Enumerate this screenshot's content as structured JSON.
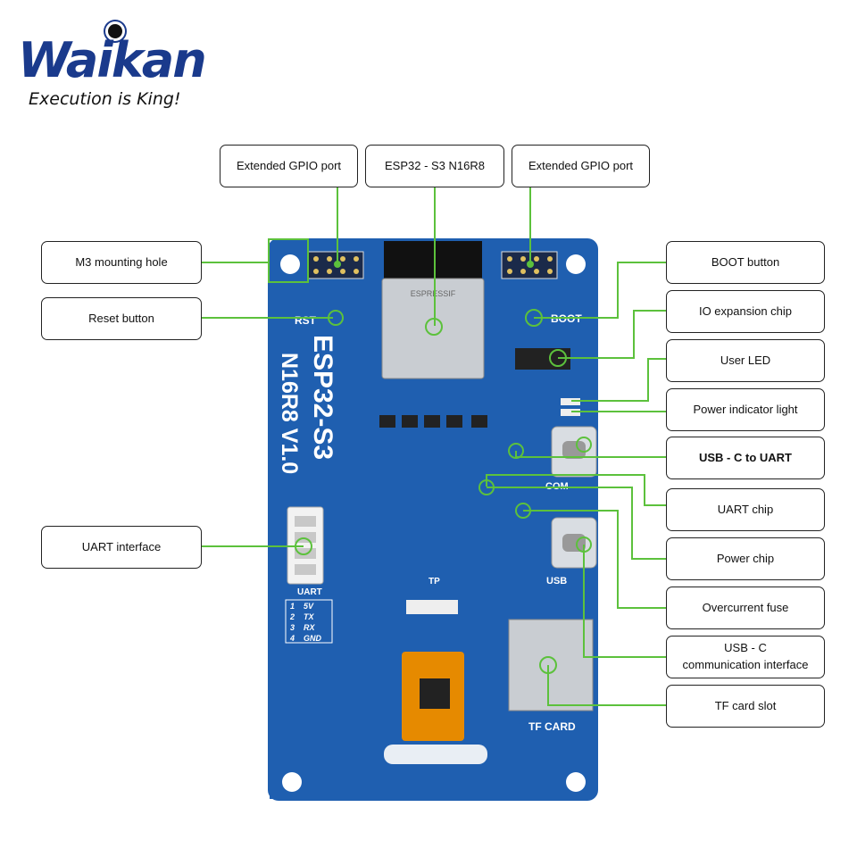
{
  "logo": {
    "brand": "Waikan",
    "tagline": "Execution is King!"
  },
  "board": {
    "model_line1": "ESP32-S3",
    "model_line2": "N16R8 V1.0",
    "module_brand": "ESPRESSIF",
    "labels": {
      "rst": "RST",
      "boot": "BOOT",
      "com": "COM",
      "usb": "USB",
      "uart": "UART",
      "tp": "TP",
      "tf_card": "TF CARD"
    },
    "uart_pins": [
      {
        "num": "1",
        "name": "5V"
      },
      {
        "num": "2",
        "name": "TX"
      },
      {
        "num": "3",
        "name": "RX"
      },
      {
        "num": "4",
        "name": "GND"
      }
    ]
  },
  "callouts": {
    "gpio_left": "Extended GPIO port",
    "esp32": "ESP32 - S3 N16R8",
    "gpio_right": "Extended GPIO port",
    "m3_hole": "M3 mounting hole",
    "reset": "Reset button",
    "uart_interface": "UART interface",
    "boot": "BOOT button",
    "io_expansion": "IO expansion chip",
    "user_led": "User LED",
    "power_led": "Power indicator light",
    "usbc_uart": "USB - C to UART",
    "uart_chip": "UART chip",
    "power_chip": "Power chip",
    "fuse": "Overcurrent fuse",
    "usbc_comm_line1": "USB - C",
    "usbc_comm_line2": "communication interface",
    "tf_slot": "TF card slot"
  },
  "colors": {
    "pcb": "#1f5fb0",
    "leader": "#5cc13c",
    "brand": "#1a3a8c"
  }
}
